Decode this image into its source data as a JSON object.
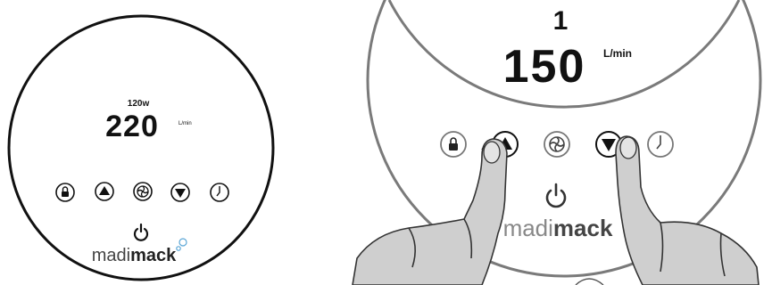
{
  "left_panel": {
    "power_level": "120w",
    "flow_value": "220",
    "flow_unit": "L/min",
    "buttons": [
      "lock",
      "speed-up",
      "fan-mode",
      "speed-down",
      "timer"
    ],
    "brand_light": "madi",
    "brand_bold": "mack"
  },
  "right_panel": {
    "level_indicator": "1",
    "flow_value": "150",
    "flow_unit": "L/min",
    "buttons": [
      "lock",
      "speed-up",
      "fan-mode",
      "speed-down",
      "timer"
    ],
    "brand_light": "madi",
    "brand_bold": "mack"
  },
  "colors": {
    "outline": "#111111",
    "right_ring": "#7a7a7a",
    "hand_fill": "#cfcfcf",
    "hand_stroke": "#333333",
    "brand_accent": "#5aa6d6"
  }
}
